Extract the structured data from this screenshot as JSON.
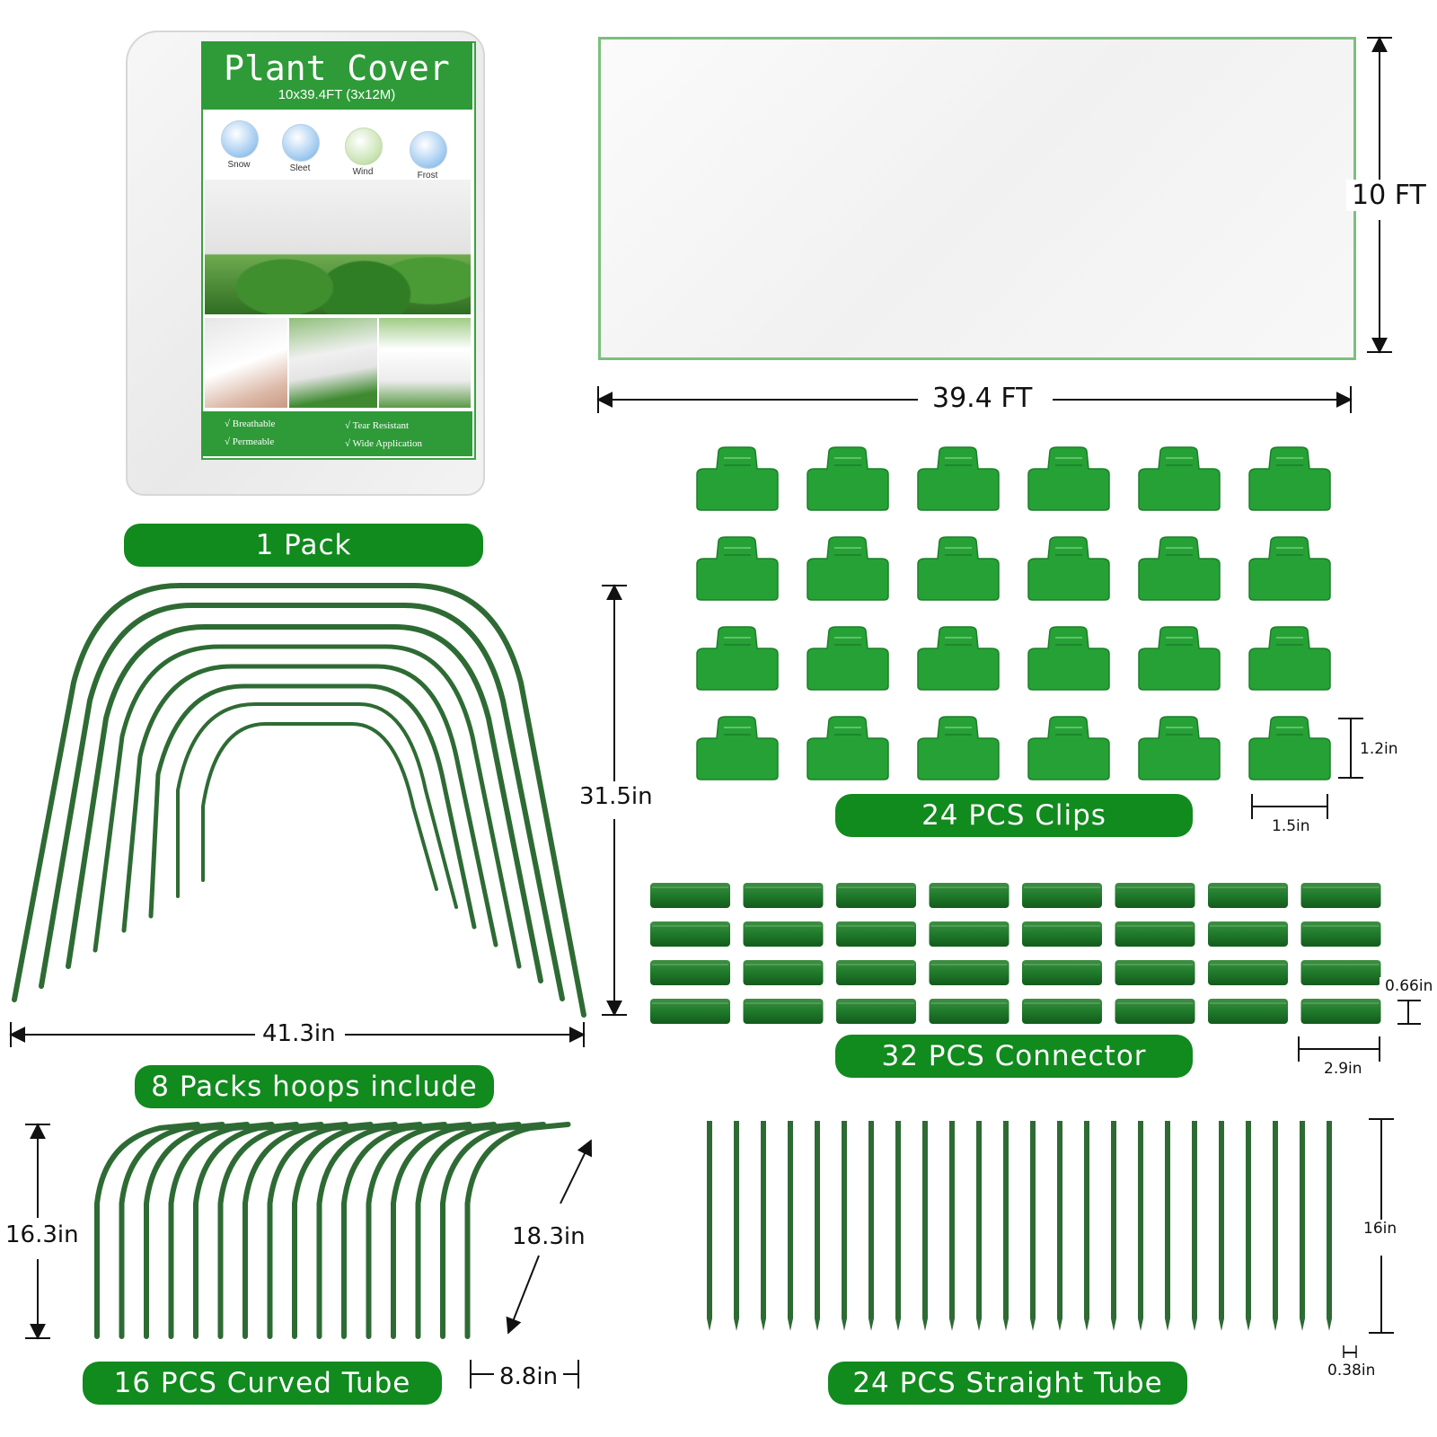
{
  "package": {
    "title": "Plant Cover",
    "size": "10x39.4FT (3x12M)",
    "icons": [
      {
        "label": "Snow",
        "icon": "snow-icon"
      },
      {
        "label": "Sleet",
        "icon": "sleet-icon"
      },
      {
        "label": "Wind",
        "icon": "wind-icon"
      },
      {
        "label": "Frost",
        "icon": "frost-icon"
      }
    ],
    "features": [
      "√ Breathable",
      "√ Permeable",
      "√ Tear Resistant",
      "√ Wide Application"
    ]
  },
  "sheet": {
    "height": "10 FT",
    "width": "39.4 FT"
  },
  "labels": {
    "pack": "1 Pack",
    "clips": "24 PCS Clips",
    "connector": "32 PCS Connector",
    "hoops": "8 Packs hoops include",
    "curved": "16 PCS Curved Tube",
    "straight": "24 PCS Straight Tube"
  },
  "dims": {
    "hoop_height": "31.5in",
    "hoop_width": "41.3in",
    "clip_height": "1.2in",
    "clip_width": "1.5in",
    "connector_height": "0.66in",
    "connector_width": "2.9in",
    "curved_height": "16.3in",
    "curved_length": "18.3in",
    "curved_width": "8.8in",
    "straight_length": "16in",
    "straight_diameter": "0.38in"
  },
  "colors": {
    "green": "#118a1e",
    "tube": "#2e6b34",
    "clip": "#26a136"
  }
}
